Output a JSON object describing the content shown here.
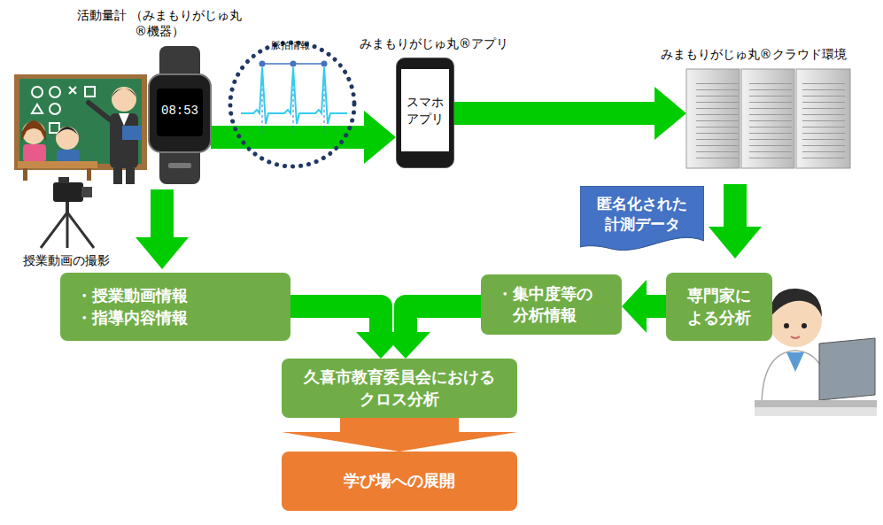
{
  "diagram": {
    "nodes": [
      {
        "text": [
          "活動量計 （みまもりがじゅ丸®機器）"
        ]
      },
      {
        "text": [
          "みまもりがじゅ丸®アプリ",
          "スマホ アプリ"
        ]
      },
      {
        "text": [
          "みまもりがじゅ丸®クラウド環境"
        ]
      },
      {
        "text": [
          "匿名化された 計測データ"
        ]
      },
      {
        "text": [
          "専門家に よる分析"
        ]
      },
      {
        "text": [
          "・集中度等の 分析情報"
        ]
      },
      {
        "text": [
          "・授業動画情報",
          "・指導内容情報"
        ]
      },
      {
        "text": [
          "久喜市教育委員会における クロス分析"
        ]
      },
      {
        "text": [
          "学び場への展開"
        ]
      }
    ],
    "edges": [
      {
        "from": 0,
        "to": 1,
        "arrow": "to"
      },
      {
        "from": 1,
        "to": 2,
        "arrow": "to"
      },
      {
        "from": 2,
        "to": 4,
        "arrow": "to"
      },
      {
        "from": 4,
        "to": 5,
        "arrow": "to"
      },
      {
        "from": 0,
        "to": 6,
        "arrow": "to"
      },
      {
        "from": 6,
        "to": 7,
        "arrow": "to"
      },
      {
        "from": 5,
        "to": 7,
        "arrow": "to"
      },
      {
        "from": 7,
        "to": 8,
        "arrow": "to"
      }
    ],
    "labels": [
      "脈拍情報",
      "08:53",
      "授業動画の撮影"
    ]
  }
}
